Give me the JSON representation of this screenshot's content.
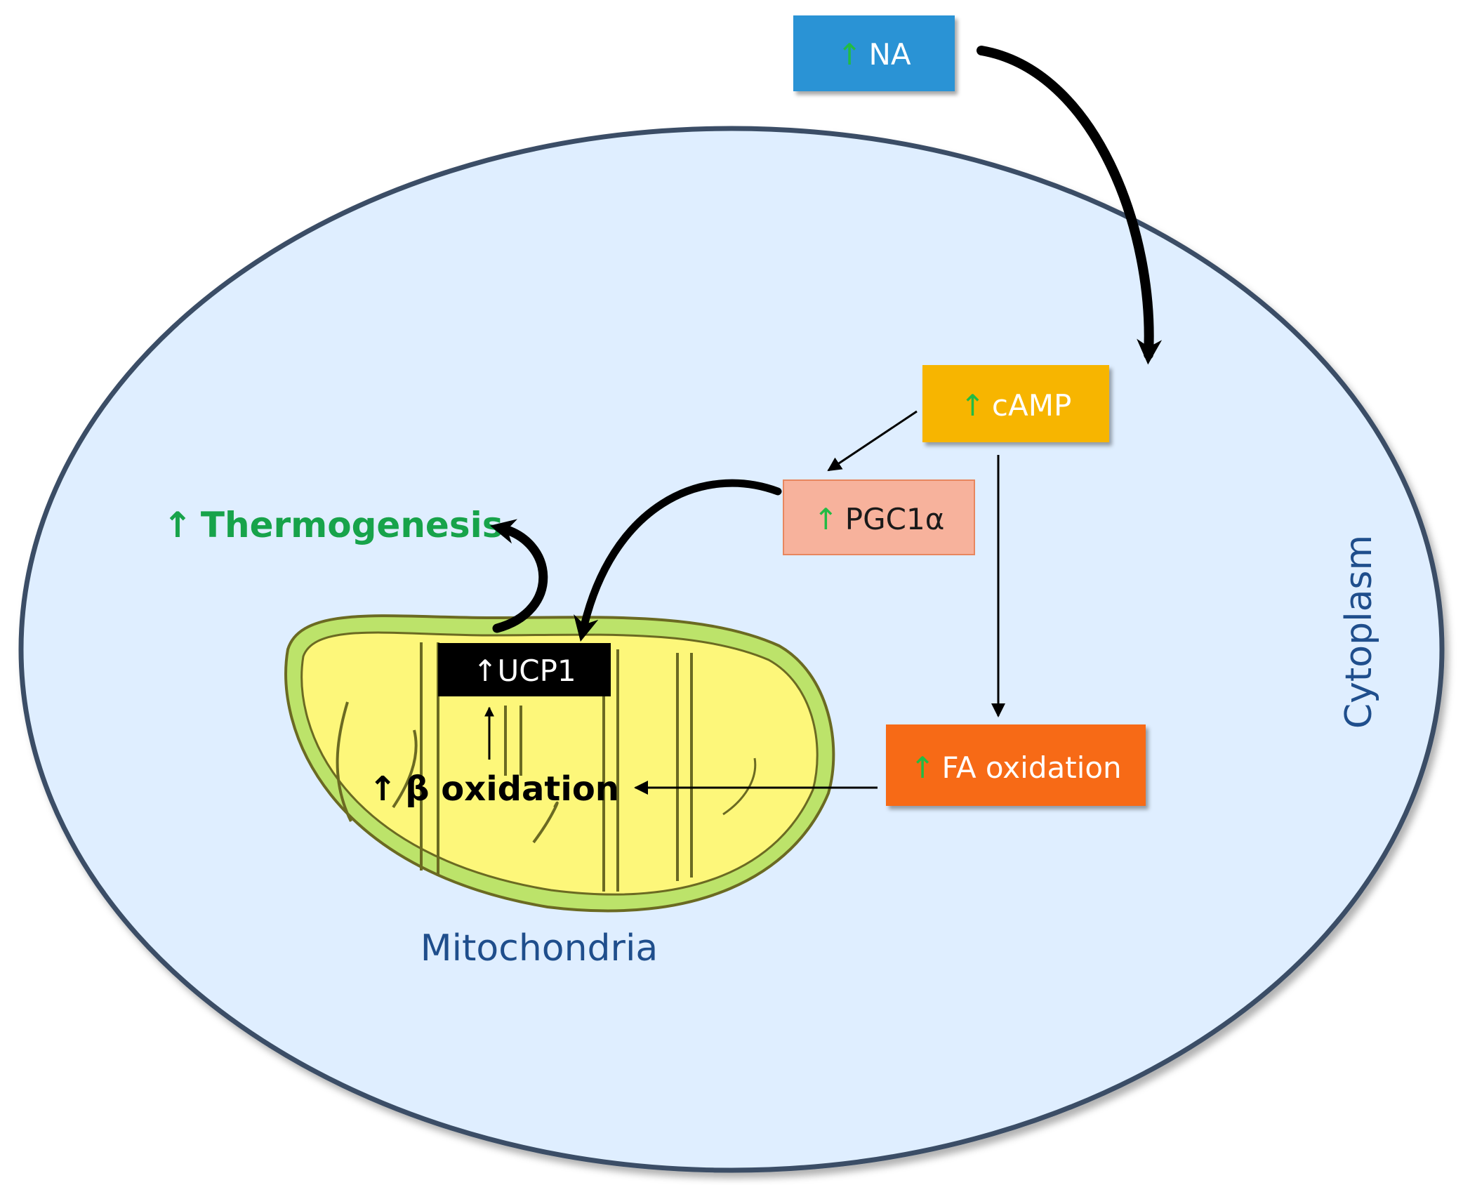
{
  "colors": {
    "cell_fill": "#dfeeff",
    "cell_stroke": "#3a4e66",
    "na_box": "#2a93d5",
    "camp_box": "#f7b500",
    "pgc_box": "#f7b29c",
    "fa_box": "#f76b14",
    "ucp_box": "#000000",
    "up_arrow": "#22bb44",
    "thermo_text": "#17a34a",
    "region_text": "#1f4e8c",
    "mito_outer": "#bce36a",
    "mito_inner": "#fdf77a"
  },
  "nodes": {
    "na": {
      "up": "↑",
      "label": "NA"
    },
    "camp": {
      "up": "↑",
      "label": "cAMP"
    },
    "pgc1a": {
      "up": "↑",
      "label": "PGC1α"
    },
    "fa_oxidation": {
      "up": "↑",
      "label": "FA oxidation"
    },
    "ucp1": {
      "up": "↑",
      "label": "UCP1"
    },
    "thermogenesis": {
      "up": "↑",
      "label": "Thermogenesis"
    },
    "beta_oxidation": {
      "up": "↑",
      "label": "β oxidation"
    }
  },
  "regions": {
    "cytoplasm": "Cytoplasm",
    "mitochondria": "Mitochondria"
  }
}
